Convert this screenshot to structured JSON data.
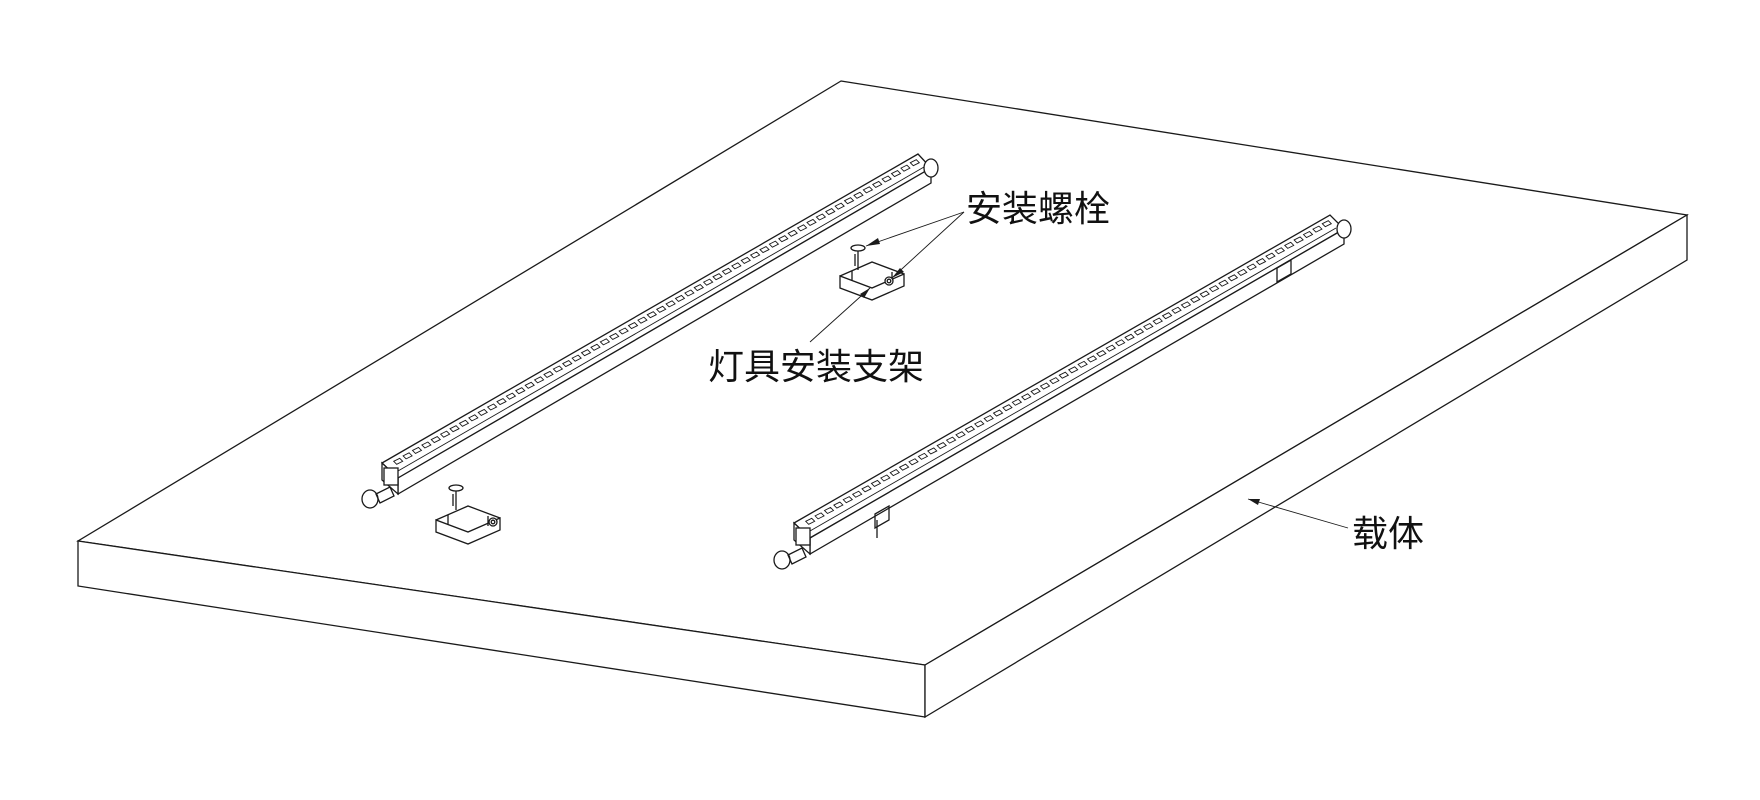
{
  "labels": {
    "bolt": "安装螺栓",
    "bracket": "灯具安装支架",
    "carrier": "载体"
  },
  "colors": {
    "line": "#1a1a1a",
    "background": "#ffffff"
  }
}
